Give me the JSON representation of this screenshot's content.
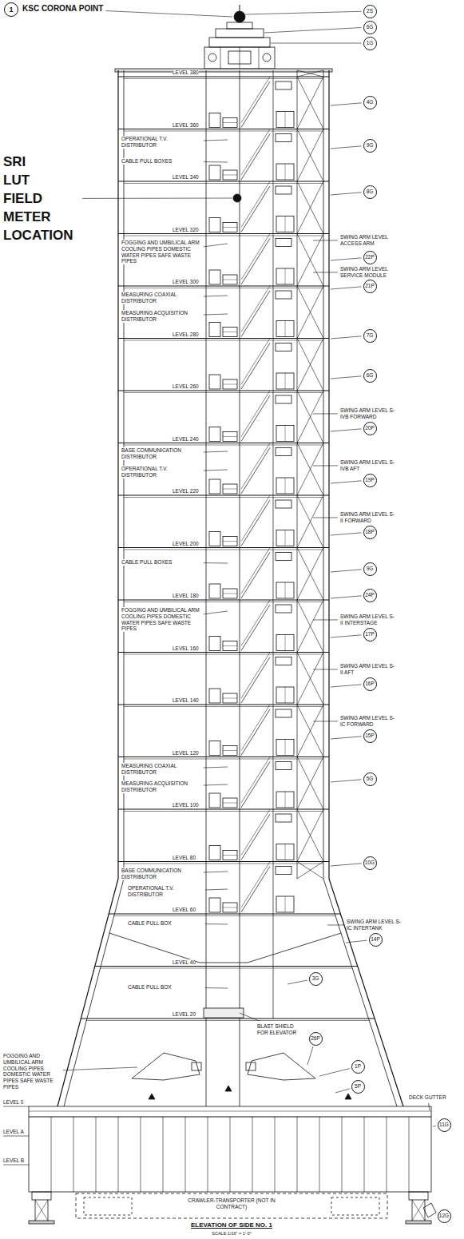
{
  "diagram": {
    "title": "ELEVATION OF SIDE NO. 1",
    "labels": [
      "1",
      "KSC CORONA POINT",
      "SRI LUT FIELD METER LOCATION",
      "LEVEL 380",
      "LEVEL 360",
      "LEVEL 340",
      "LEVEL 320",
      "LEVEL 300",
      "LEVEL 280",
      "LEVEL 260",
      "LEVEL 240",
      "LEVEL 220",
      "LEVEL 200",
      "LEVEL 180",
      "LEVEL 160",
      "LEVEL 140",
      "LEVEL 120",
      "LEVEL 100",
      "LEVEL 80",
      "LEVEL 60",
      "LEVEL 40",
      "LEVEL 20",
      "LEVEL 0",
      "LEVEL A",
      "LEVEL B",
      "OPERATIONAL T.V. DISTRIBUTOR",
      "CABLE PULL BOXES",
      "FOGGING AND UMBILICAL ARM COOLING PIPES DOMESTIC WATER PIPES SAFE WASTE PIPES",
      "MEASURING COAXIAL DISTRIBUTOR",
      "MEASURING ACQUISITION DISTRIBUTOR",
      "BASE COMMUNICATION DISTRIBUTOR",
      "OPERATIONAL T.V. DISTRIBUTOR",
      "CABLE PULL BOXES",
      "FOGGING AND UMBILICAL ARM COOLING PIPES DOMESTIC WATER PIPES SAFE WASTE PIPES",
      "MEASURING COAXIAL DISTRIBUTOR",
      "MEASURING ACQUISITION DISTRIBUTOR",
      "BASE COMMUNICATION DISTRIBUTOR",
      "OPERATIONAL T.V. DISTRIBUTOR",
      "CABLE PULL BOX",
      "CABLE PULL BOX",
      "FOGGING AND UMBILICAL ARM COOLING PIPES DOMESTIC WATER PIPES SAFE WASTE PIPES",
      "BLAST SHIELD FOR ELEVATOR",
      "DECK GUTTER",
      "SWING ARM LEVEL ACCESS ARM",
      "SWING ARM LEVEL SERVICE MODULE",
      "SWING ARM LEVEL S-IVB FORWARD",
      "SWING ARM LEVEL S-IVB AFT",
      "SWING ARM LEVEL S-II FORWARD",
      "SWING ARM LEVEL S-II INTERSTAGE",
      "SWING ARM LEVEL S-II AFT",
      "SWING ARM LEVEL S-IC FORWARD",
      "SWING ARM LEVEL S-IC INTERTANK",
      "2S",
      "6G",
      "1G",
      "4G",
      "9G",
      "8G",
      "22P",
      "21P",
      "7G",
      "6G",
      "20P",
      "19P",
      "18P",
      "9G",
      "24P",
      "17P",
      "16P",
      "15P",
      "5G",
      "10G",
      "14P",
      "3G",
      "26P",
      "1P",
      "5P",
      "11G",
      "12G",
      "CRAWLER-TRANSPORTER (NOT IN CONTRACT)",
      "SCALE 1/16\" = 1'-0\""
    ]
  }
}
